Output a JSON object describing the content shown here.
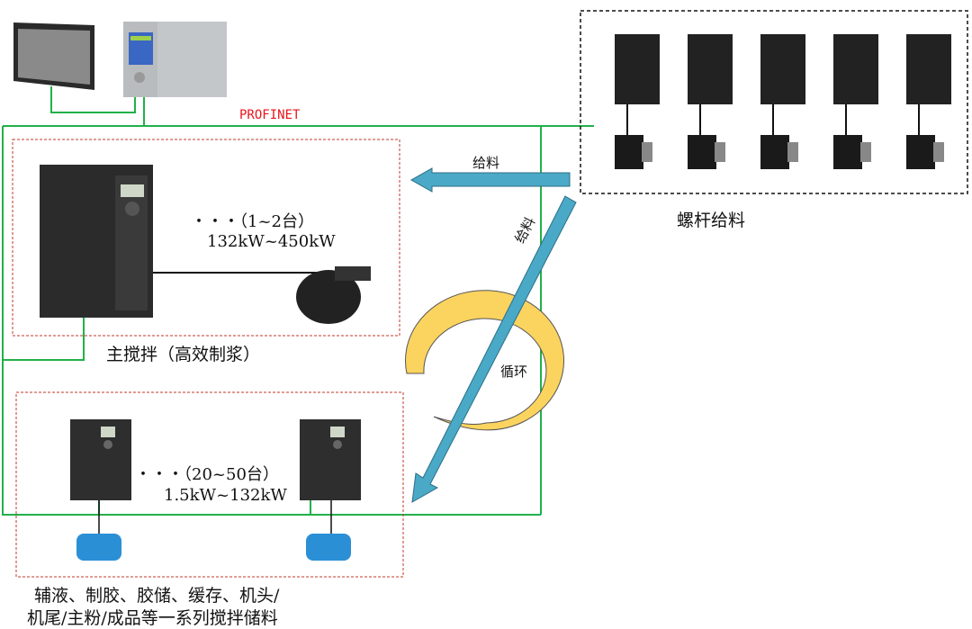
{
  "network_label": "PROFINET",
  "feed_label_horizontal": "给料",
  "feed_label_diagonal": "给料",
  "cycle_label": "循环",
  "screw_feed_label": "螺杆给料",
  "main_mixer": {
    "count": "・・・（1~2台）",
    "power": "132kW~450kW",
    "caption": "主搅拌（高效制浆）"
  },
  "aux_mixers": {
    "count": "・・・（20~50台）",
    "power": "1.5kW~132kW",
    "caption_line1": "辅液、制胶、胶储、缓存、机头/",
    "caption_line2": "机尾/主粉/成品等一系列搅拌储料"
  },
  "colors": {
    "bus": "#22b04a",
    "profinet": "#e8141b",
    "arrow": "#4aa9c6",
    "cycle": "#fbd35f",
    "group_border": "#c0392b"
  }
}
